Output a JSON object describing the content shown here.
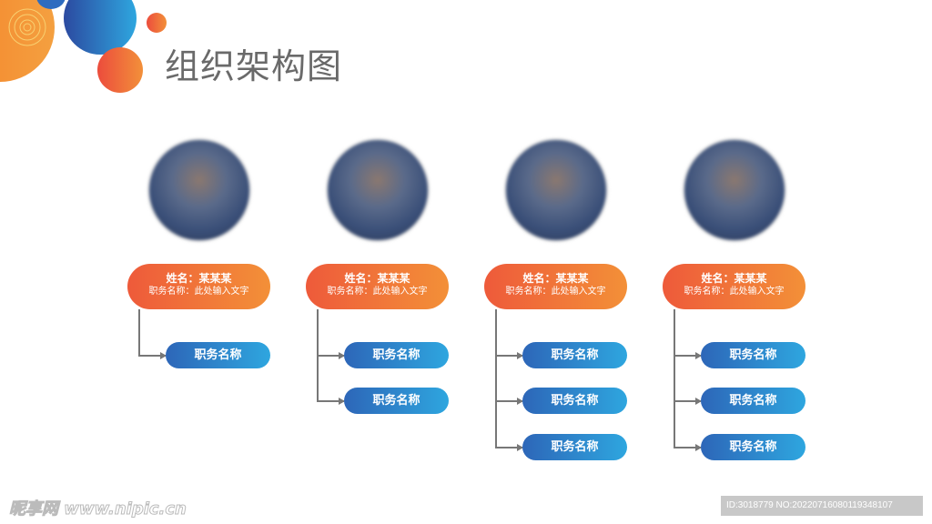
{
  "title": "组织架构图",
  "columns": [
    {
      "name": "姓名：某某某",
      "role": "职务名称：此处输入文字",
      "positions": [
        "职务名称"
      ]
    },
    {
      "name": "姓名：某某某",
      "role": "职务名称：此处输入文字",
      "positions": [
        "职务名称",
        "职务名称"
      ]
    },
    {
      "name": "姓名：某某某",
      "role": "职务名称：此处输入文字",
      "positions": [
        "职务名称",
        "职务名称",
        "职务名称"
      ]
    },
    {
      "name": "姓名：某某某",
      "role": "职务名称：此处输入文字",
      "positions": [
        "职务名称",
        "职务名称",
        "职务名称"
      ]
    }
  ],
  "watermark": "昵享网 www.nipic.cn",
  "image_id": "ID:3018779 NO:20220716080119348107",
  "colors": {
    "orange": "#f08a38",
    "blue": "#2e86cc",
    "title": "#6a6a6a"
  }
}
